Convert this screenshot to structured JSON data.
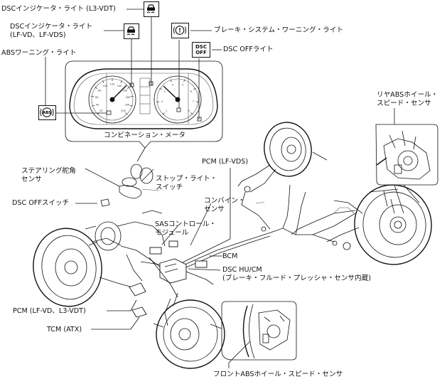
{
  "labels": {
    "dsc_indicator_l3": "DSCインジケータ・ライト (L3-VDT)",
    "dsc_indicator_lf_1": "DSCインジケータ・ライト",
    "dsc_indicator_lf_2": "(LF-VD、LF-VDS)",
    "abs_warning": "ABSワーニング・ライト",
    "brake_warning": "ブレーキ・システム・ワーニング・ライト",
    "dsc_off_light": "DSC OFFライト",
    "combination_meter": "コンビネーション・メータ",
    "rear_abs_1": "リヤABSホイール・",
    "rear_abs_2": "スピード・センサ",
    "steering_1": "ステアリング舵角",
    "steering_2": "センサ",
    "stop_light_1": "ストップ・ライト・",
    "stop_light_2": "スイッチ",
    "pcm_lfvds": "PCM (LF-VDS)",
    "combine_1": "コンバイン・",
    "combine_2": "センサ",
    "dsc_off_switch": "DSC OFFスイッチ",
    "sas_1": "SASコントロール・",
    "sas_2": "モジュール",
    "bcm": "BCM",
    "dsc_hu_1": "DSC HU/CM",
    "dsc_hu_2": "(ブレーキ・フルード・プレッシャ・センサ内蔵)",
    "pcm_lfvd": "PCM (LF-VD、L3-VDT)",
    "tcm": "TCM (ATX)",
    "front_abs": "フロントABSホイール・スピード・センサ"
  },
  "icons": {
    "abs_text": "ABS",
    "dsc_off_top": "DSC",
    "dsc_off_bottom": "OFF",
    "brake_text": "!"
  },
  "gauge_ticks": {
    "left": [
      "20",
      "40",
      "60",
      "80",
      "100",
      "120",
      "140",
      "160",
      "180",
      "200",
      "220"
    ],
    "right": [
      "1",
      "2",
      "3",
      "4",
      "5",
      "6",
      "7",
      "8"
    ]
  }
}
